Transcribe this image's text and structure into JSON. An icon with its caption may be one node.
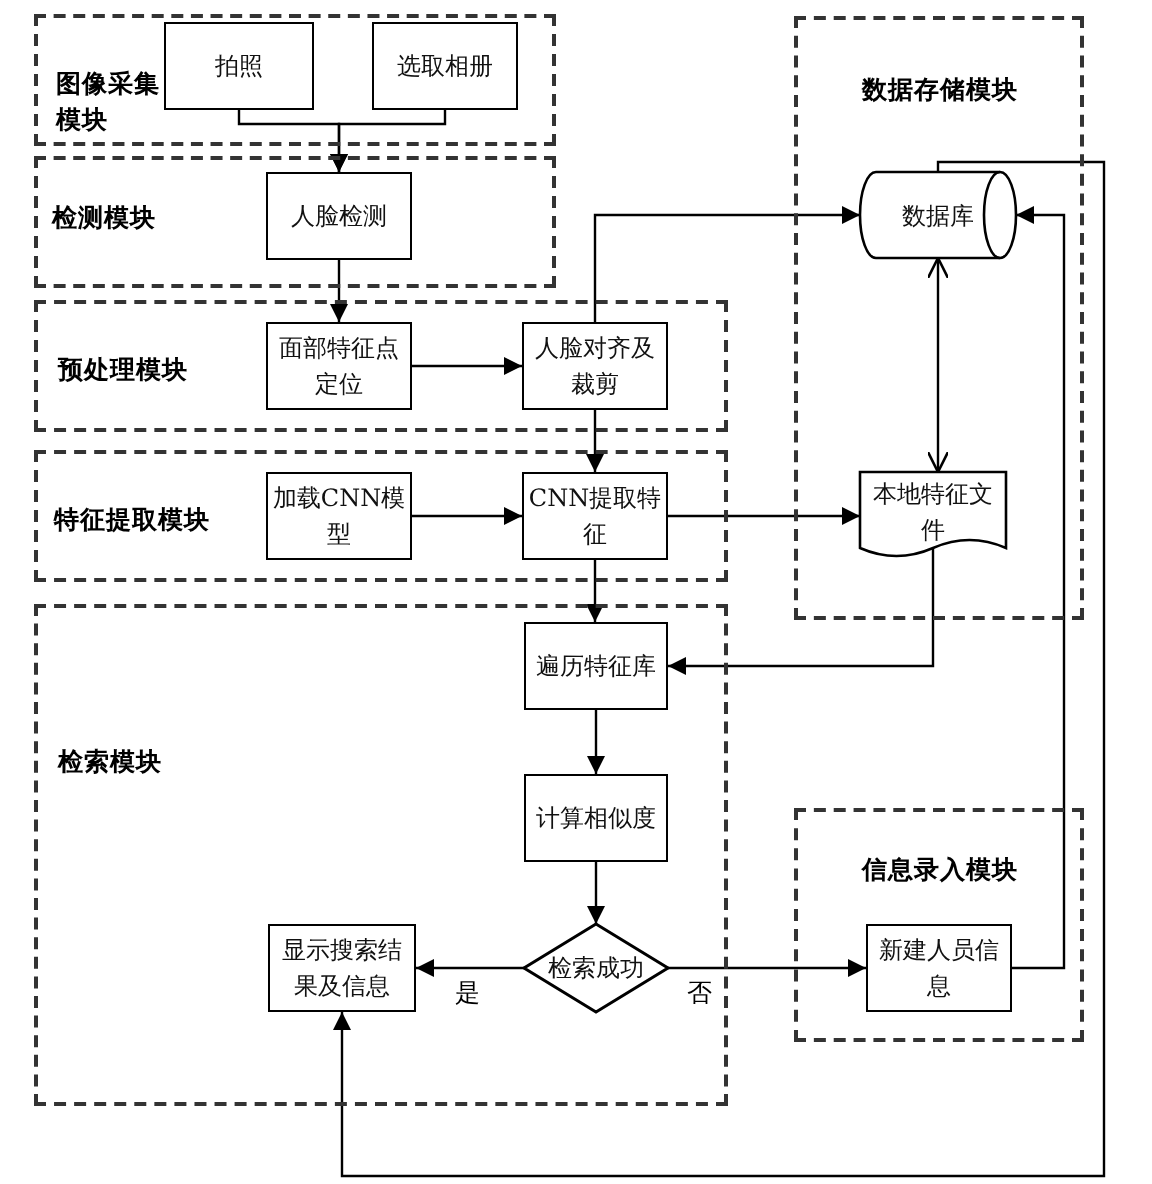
{
  "diagram": {
    "nodes": [
      {
        "text": [
          "图像采集模块"
        ]
      },
      {
        "text": [
          "拍照"
        ],
        "in": 0
      },
      {
        "text": [
          "选取相册"
        ],
        "in": 0
      },
      {
        "text": [
          "检测模块"
        ]
      },
      {
        "text": [
          "人脸检测"
        ],
        "in": 3
      },
      {
        "text": [
          "预处理模块"
        ]
      },
      {
        "text": [
          "面部特征点定位"
        ],
        "in": 5
      },
      {
        "text": [
          "人脸对齐及裁剪"
        ],
        "in": 5
      },
      {
        "text": [
          "特征提取模块"
        ]
      },
      {
        "text": [
          "加载CNN模型"
        ],
        "in": 8
      },
      {
        "text": [
          "CNN提取特征"
        ],
        "in": 8
      },
      {
        "text": [
          "检索模块"
        ]
      },
      {
        "text": [
          "遍历特征库"
        ],
        "in": 11
      },
      {
        "text": [
          "计算相似度"
        ],
        "in": 11
      },
      {
        "text": [
          "检索成功"
        ],
        "in": 11
      },
      {
        "text": [
          "显示搜索结果及信息"
        ],
        "in": 11
      },
      {
        "text": [
          "数据存储模块"
        ]
      },
      {
        "text": [
          "数据库"
        ],
        "in": 16
      },
      {
        "text": [
          "本地特征文件"
        ],
        "in": 16
      },
      {
        "text": [
          "信息录入模块"
        ]
      },
      {
        "text": [
          "新建人员信息"
        ],
        "in": 19
      }
    ],
    "edges": [
      {
        "from": 1,
        "to": 4,
        "arrow": "to"
      },
      {
        "from": 2,
        "to": 4,
        "arrow": "to"
      },
      {
        "from": 4,
        "to": 6,
        "arrow": "to"
      },
      {
        "from": 6,
        "to": 7,
        "arrow": "to"
      },
      {
        "from": 7,
        "to": 17,
        "arrow": "to"
      },
      {
        "from": 7,
        "to": 10,
        "arrow": "to"
      },
      {
        "from": 9,
        "to": 10,
        "arrow": "to"
      },
      {
        "from": 10,
        "to": 18,
        "arrow": "to"
      },
      {
        "from": 17,
        "to": 18,
        "arrow": "both"
      },
      {
        "from": 10,
        "to": 12,
        "arrow": "to"
      },
      {
        "from": 18,
        "to": 12,
        "arrow": "to"
      },
      {
        "from": 12,
        "to": 13,
        "arrow": "to"
      },
      {
        "from": 13,
        "to": 14,
        "arrow": "to"
      },
      {
        "from": 14,
        "to": 15,
        "arrow": "to",
        "label": "是"
      },
      {
        "from": 14,
        "to": 20,
        "arrow": "to",
        "label": "否"
      },
      {
        "from": 20,
        "to": 17,
        "arrow": "to"
      },
      {
        "from": 17,
        "to": 15,
        "arrow": "to"
      }
    ]
  }
}
